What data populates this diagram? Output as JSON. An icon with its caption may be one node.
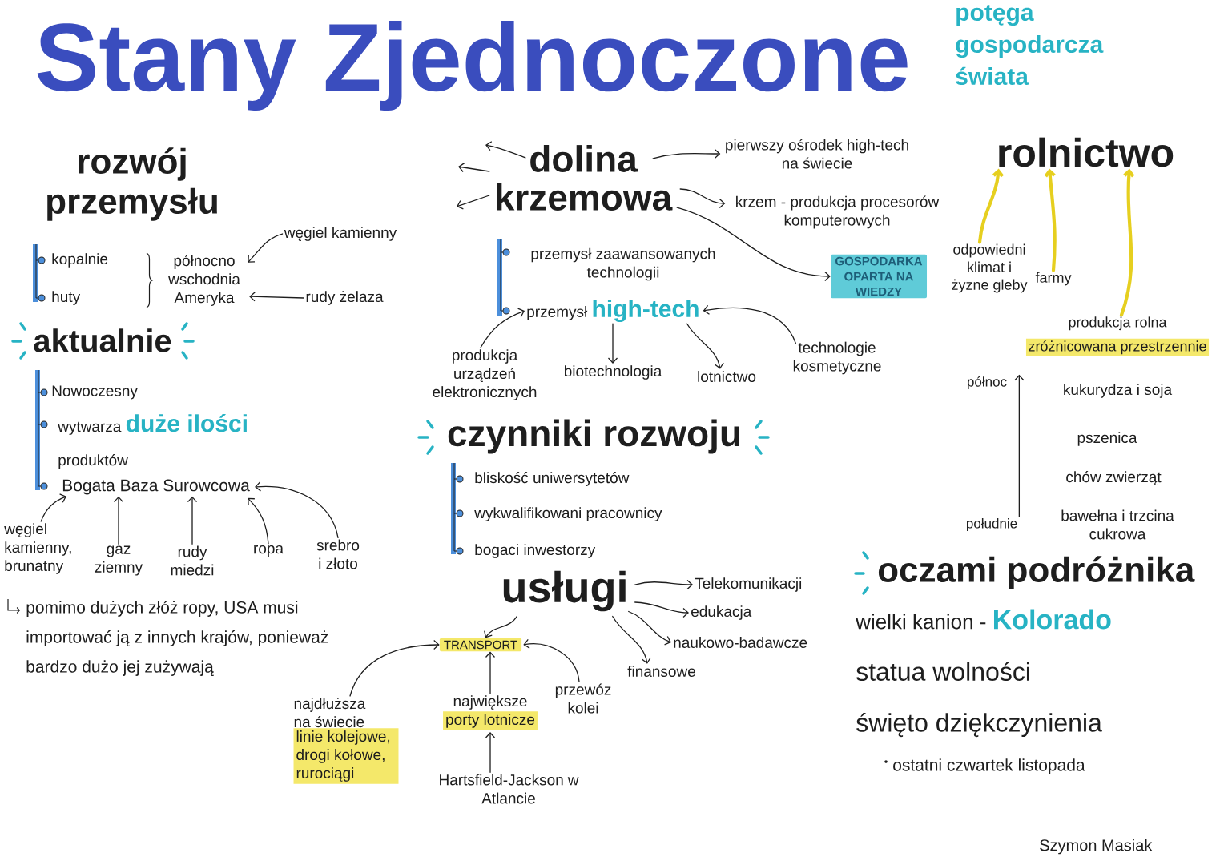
{
  "diagram": {
    "title": "Stany Zjednoczone",
    "nodes": [
      {
        "text": [
          "północno wschodnia Ameryka"
        ]
      },
      {
        "text": [
          "węgiel kamienny"
        ]
      },
      {
        "text": [
          "rudy żelaza"
        ]
      },
      {
        "text": [
          "Bogata Baza Surowcowa"
        ]
      },
      {
        "text": [
          "węgiel kamienny, brunatny"
        ]
      },
      {
        "text": [
          "gaz ziemny"
        ]
      },
      {
        "text": [
          "rudy miedzi"
        ]
      },
      {
        "text": [
          "ropa"
        ]
      },
      {
        "text": [
          "srebro i złoto"
        ]
      },
      {
        "text": [
          "dolina krzemowa"
        ]
      },
      {
        "text": [
          "pierwszy ośrodek high-tech na świecie"
        ]
      },
      {
        "text": [
          "krzem - produkcja procesorów komputerowych"
        ]
      },
      {
        "text": [
          "GOSPODARKA OPARTA NA WIEDZY"
        ]
      },
      {
        "text": [
          "przemysł **high-tech**"
        ]
      },
      {
        "text": [
          "produkcja urządzeń elektronicznych"
        ]
      },
      {
        "text": [
          "biotechnologia"
        ]
      },
      {
        "text": [
          "lotnictwo"
        ]
      },
      {
        "text": [
          "technologie kosmetyczne"
        ]
      },
      {
        "text": [
          "usługi"
        ]
      },
      {
        "text": [
          "Telekomunikacji"
        ]
      },
      {
        "text": [
          "edukacja"
        ]
      },
      {
        "text": [
          "naukowo-badawcze"
        ]
      },
      {
        "text": [
          "finansowe"
        ]
      },
      {
        "text": [
          "TRANSPORT"
        ]
      },
      {
        "text": [
          "najdłuższa na świecie",
          "linie kolejowe, drogi kołowe, rurociągi"
        ]
      },
      {
        "text": [
          "największe",
          "porty lotnicze"
        ]
      },
      {
        "text": [
          "przewóz kolei"
        ]
      },
      {
        "text": [
          "Hartsfield-Jackson w Atlancie"
        ]
      },
      {
        "text": [
          "rolnictwo"
        ]
      },
      {
        "text": [
          "odpowiedni klimat i żyzne gleby"
        ]
      },
      {
        "text": [
          "farmy"
        ]
      },
      {
        "text": [
          "produkcja rolna",
          "zróżnicowana przestrzennie"
        ]
      },
      {
        "text": [
          "północ"
        ]
      },
      {
        "text": [
          "południe"
        ]
      }
    ],
    "edges": [
      {
        "from": 1,
        "to": 0,
        "arrow": "to"
      },
      {
        "from": 2,
        "to": 0,
        "arrow": "to"
      },
      {
        "from": 4,
        "to": 3,
        "arrow": "to"
      },
      {
        "from": 5,
        "to": 3,
        "arrow": "to"
      },
      {
        "from": 6,
        "to": 3,
        "arrow": "to"
      },
      {
        "from": 7,
        "to": 3,
        "arrow": "to"
      },
      {
        "from": 8,
        "to": 3,
        "arrow": "to"
      },
      {
        "from": 9,
        "to": null,
        "arrow": "to"
      },
      {
        "from": 9,
        "to": null,
        "arrow": "to"
      },
      {
        "from": 9,
        "to": null,
        "arrow": "to"
      },
      {
        "from": 9,
        "to": 10,
        "arrow": "to"
      },
      {
        "from": 9,
        "to": 11,
        "arrow": "to"
      },
      {
        "from": 9,
        "to": 12,
        "arrow": "to"
      },
      {
        "from": 14,
        "to": 13,
        "arrow": "to"
      },
      {
        "from": 13,
        "to": 15,
        "arrow": "to"
      },
      {
        "from": 13,
        "to": 16,
        "arrow": "to"
      },
      {
        "from": 17,
        "to": 13,
        "arrow": "to"
      },
      {
        "from": 18,
        "to": 19,
        "arrow": "to"
      },
      {
        "from": 18,
        "to": 20,
        "arrow": "to"
      },
      {
        "from": 18,
        "to": 21,
        "arrow": "to"
      },
      {
        "from": 18,
        "to": 22,
        "arrow": "to"
      },
      {
        "from": 18,
        "to": 23,
        "arrow": "to"
      },
      {
        "from": 24,
        "to": 23,
        "arrow": "to"
      },
      {
        "from": 25,
        "to": 23,
        "arrow": "to"
      },
      {
        "from": 26,
        "to": 23,
        "arrow": "to"
      },
      {
        "from": 27,
        "to": 25,
        "arrow": "to"
      },
      {
        "from": 29,
        "to": 28,
        "arrow": "to",
        "style": "thick",
        "color": "#e6cf1f"
      },
      {
        "from": 30,
        "to": 28,
        "arrow": "to",
        "style": "thick",
        "color": "#e6cf1f"
      },
      {
        "from": 31,
        "to": 28,
        "arrow": "to",
        "style": "thick",
        "color": "#e6cf1f"
      },
      {
        "from": 33,
        "to": 32,
        "arrow": "to"
      }
    ],
    "labels": [
      "potęga gospodarcza świata",
      "rozwój przemysłu",
      "kopalnie",
      "huty",
      "aktualnie",
      "Nowoczesny",
      "wytwarza **duże ilości** produktów",
      "pomimo dużych złóż ropy, USA musi importować ją z innych krajów, ponieważ bardzo dużo jej zużywają",
      "przemysł zaawansowanych technologii",
      "czynniki rozwoju",
      "bliskość uniwersytetów",
      "wykwalifikowani pracownicy",
      "bogaci inwestorzy",
      "kukurydza i soja",
      "pszenica",
      "chów zwierząt",
      "bawełna i trzcina cukrowa",
      "oczami podróżnika",
      "wielki kanion - **Kolorado**",
      "statua wolności",
      "święto dziękczynienia",
      "ostatni czwartek listopada",
      "Szymon Masiak"
    ]
  }
}
